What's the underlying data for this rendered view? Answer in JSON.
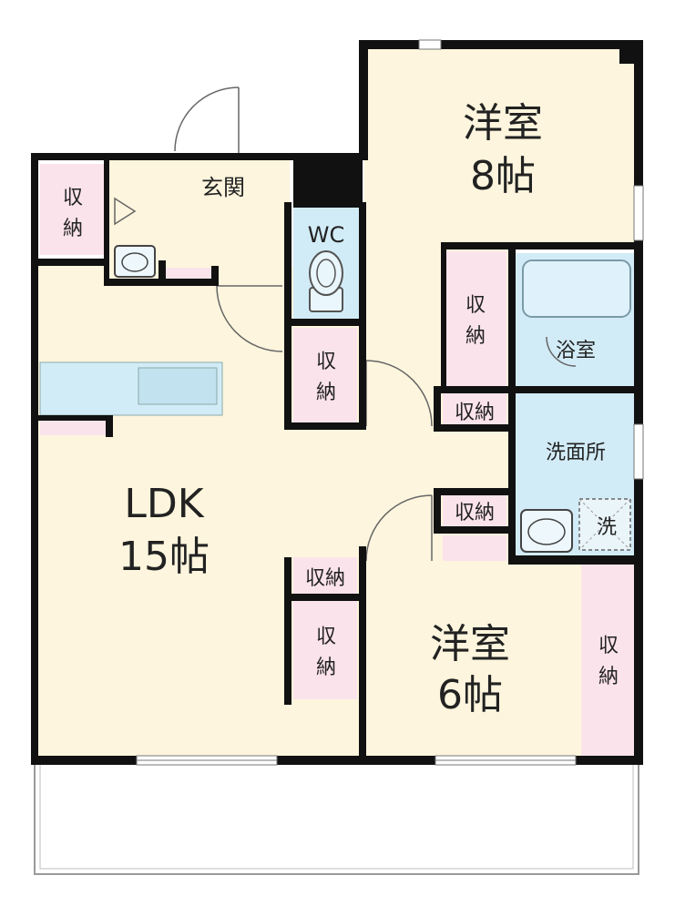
{
  "rooms": {
    "western_8": {
      "name": "洋室",
      "size": "8帖"
    },
    "western_6": {
      "name": "洋室",
      "size": "6帖"
    },
    "ldk": {
      "name": "LDK",
      "size": "15帖"
    },
    "entrance": "玄関",
    "wc": "WC",
    "bath": "浴室",
    "washroom": "洗面所",
    "washer": "洗"
  },
  "storage": {
    "label": "収納",
    "vert_top": "収",
    "vert_bottom": "納"
  },
  "colors": {
    "floor": "#fdf5dd",
    "storage": "#fbe3ec",
    "wet": "#d2ecf7",
    "wall": "#111111",
    "line": "#9a9a9a"
  }
}
